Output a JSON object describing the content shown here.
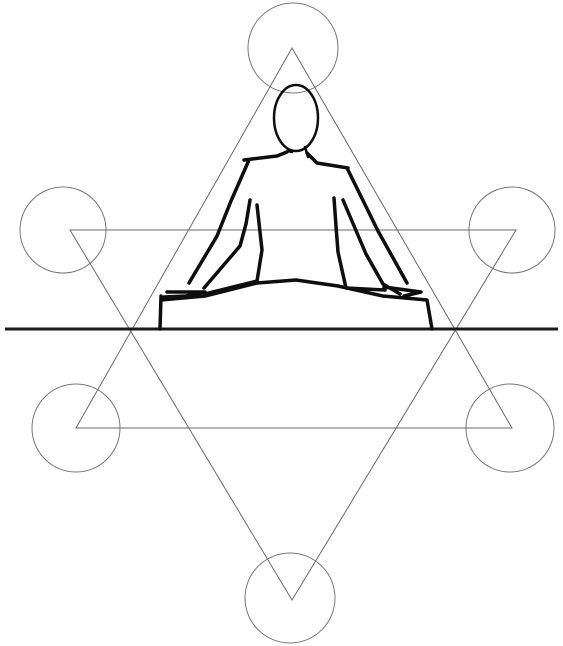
{
  "diagram": {
    "subject": "seated-meditating-figure",
    "figure_color": "#0e0e0e",
    "line_color": "#6a6a6a",
    "circle_color": "#777777",
    "ground_color": "#1a1a1a",
    "circle_count": 6,
    "triangle_count": 2
  }
}
